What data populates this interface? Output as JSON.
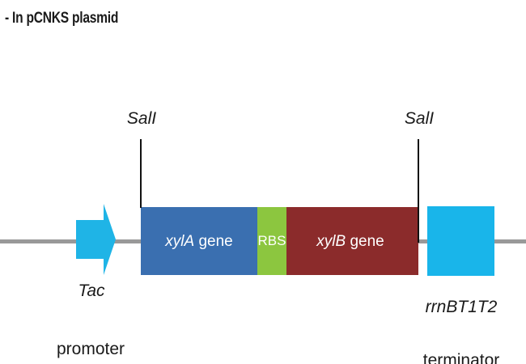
{
  "header": {
    "title": "- In pCNKS plasmid"
  },
  "restriction_sites": [
    {
      "label": "SalI"
    },
    {
      "label": "SalI"
    }
  ],
  "promoter": {
    "name": "Tac",
    "type": "promoter",
    "color": "#1fb4e6"
  },
  "genes": {
    "xylA": {
      "name": "xylA",
      "suffix": " gene",
      "color": "#3a6fb0"
    },
    "rbs": {
      "label": "RBS",
      "color": "#8cc63f"
    },
    "xylB": {
      "name": "xylB",
      "suffix": " gene",
      "color": "#8b2b2b"
    }
  },
  "terminator": {
    "name": "rrnBT1T2",
    "type": "terminator",
    "color": "#19b5ea"
  },
  "colors": {
    "backbone": "#999999",
    "text": "#1a1a1a"
  }
}
